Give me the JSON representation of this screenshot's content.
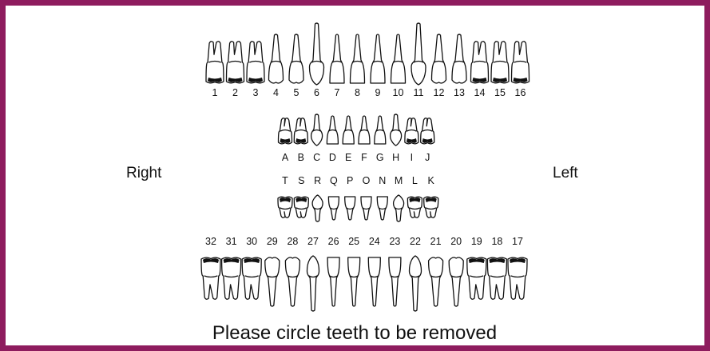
{
  "side_labels": {
    "right": "Right",
    "left": "Left"
  },
  "instruction": "Please circle teeth to be removed",
  "colors": {
    "frame": "#8e1c5e",
    "ink": "#111111",
    "background": "#ffffff"
  },
  "permanent_upper": [
    {
      "label": "1",
      "type": "molar"
    },
    {
      "label": "2",
      "type": "molar"
    },
    {
      "label": "3",
      "type": "molar"
    },
    {
      "label": "4",
      "type": "premolar"
    },
    {
      "label": "5",
      "type": "premolar"
    },
    {
      "label": "6",
      "type": "canine"
    },
    {
      "label": "7",
      "type": "incisor"
    },
    {
      "label": "8",
      "type": "incisor"
    },
    {
      "label": "9",
      "type": "incisor"
    },
    {
      "label": "10",
      "type": "incisor"
    },
    {
      "label": "11",
      "type": "canine"
    },
    {
      "label": "12",
      "type": "premolar"
    },
    {
      "label": "13",
      "type": "premolar"
    },
    {
      "label": "14",
      "type": "molar"
    },
    {
      "label": "15",
      "type": "molar"
    },
    {
      "label": "16",
      "type": "molar"
    }
  ],
  "primary_upper": [
    {
      "label": "A",
      "type": "molar"
    },
    {
      "label": "B",
      "type": "molar"
    },
    {
      "label": "C",
      "type": "canine"
    },
    {
      "label": "D",
      "type": "incisor"
    },
    {
      "label": "E",
      "type": "incisor"
    },
    {
      "label": "F",
      "type": "incisor"
    },
    {
      "label": "G",
      "type": "incisor"
    },
    {
      "label": "H",
      "type": "canine"
    },
    {
      "label": "I",
      "type": "molar"
    },
    {
      "label": "J",
      "type": "molar"
    }
  ],
  "primary_lower": [
    {
      "label": "T",
      "type": "molar"
    },
    {
      "label": "S",
      "type": "molar"
    },
    {
      "label": "R",
      "type": "canine"
    },
    {
      "label": "Q",
      "type": "incisor"
    },
    {
      "label": "P",
      "type": "incisor"
    },
    {
      "label": "O",
      "type": "incisor"
    },
    {
      "label": "N",
      "type": "incisor"
    },
    {
      "label": "M",
      "type": "canine"
    },
    {
      "label": "L",
      "type": "molar"
    },
    {
      "label": "K",
      "type": "molar"
    }
  ],
  "permanent_lower": [
    {
      "label": "32",
      "type": "molar"
    },
    {
      "label": "31",
      "type": "molar"
    },
    {
      "label": "30",
      "type": "molar"
    },
    {
      "label": "29",
      "type": "premolar"
    },
    {
      "label": "28",
      "type": "premolar"
    },
    {
      "label": "27",
      "type": "canine"
    },
    {
      "label": "26",
      "type": "incisor"
    },
    {
      "label": "25",
      "type": "incisor"
    },
    {
      "label": "24",
      "type": "incisor"
    },
    {
      "label": "23",
      "type": "incisor"
    },
    {
      "label": "22",
      "type": "canine"
    },
    {
      "label": "21",
      "type": "premolar"
    },
    {
      "label": "20",
      "type": "premolar"
    },
    {
      "label": "19",
      "type": "molar"
    },
    {
      "label": "18",
      "type": "molar"
    },
    {
      "label": "17",
      "type": "molar"
    }
  ]
}
